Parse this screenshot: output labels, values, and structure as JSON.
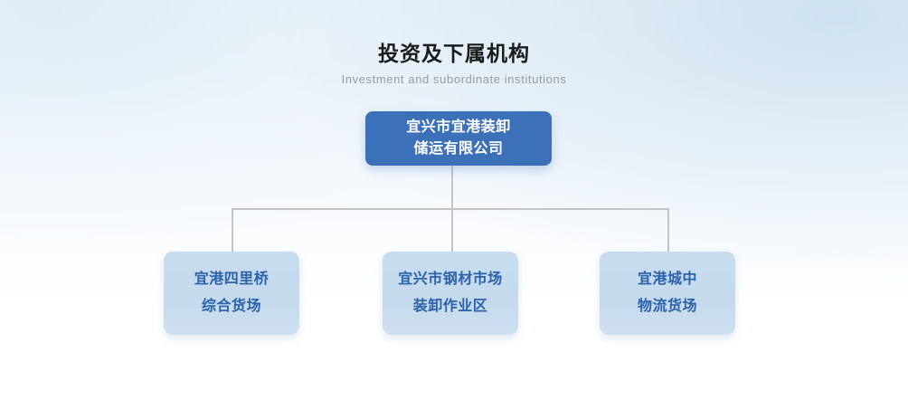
{
  "heading": {
    "title": "投资及下属机构",
    "subtitle": "Investment and subordinate institutions"
  },
  "colors": {
    "root_box": "#3c70b8",
    "root_text": "#ffffff",
    "child_box": "#c6dbec",
    "child_text": "#2a62ab",
    "connector": "#c4c4c4",
    "title_text": "#1b1b1b",
    "subtitle_text": "#9a9a9a",
    "background_top": "#e7f0f7",
    "background_bottom": "#ffffff"
  },
  "org_chart": {
    "root": {
      "id": "root",
      "lines": [
        "宜兴市宜港装卸",
        "储运有限公司"
      ],
      "full_name": "宜兴市宜港装卸储运有限公司"
    },
    "children": [
      {
        "id": "child-1",
        "lines": [
          "宜港四里桥",
          "综合货场"
        ],
        "full_name": "宜港四里桥综合货场"
      },
      {
        "id": "child-2",
        "lines": [
          "宜兴市钢材市场",
          "装卸作业区"
        ],
        "full_name": "宜兴市钢材市场装卸作业区"
      },
      {
        "id": "child-3",
        "lines": [
          "宜港城中",
          "物流货场"
        ],
        "full_name": "宜港城中物流货场"
      }
    ]
  }
}
